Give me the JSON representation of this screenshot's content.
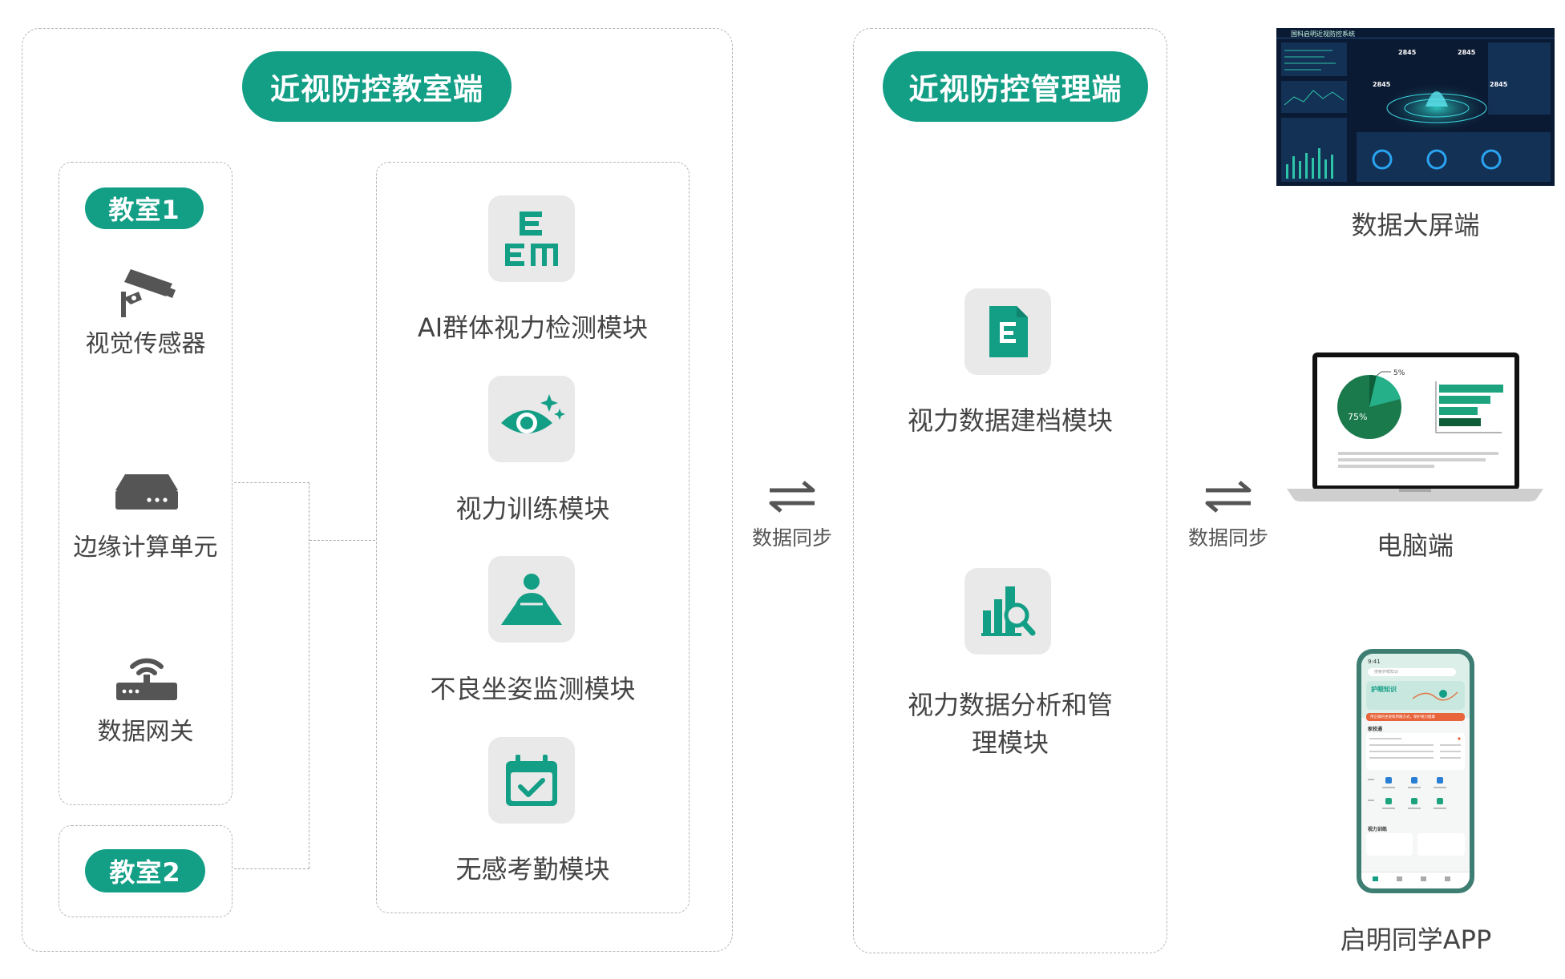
{
  "classroom": {
    "title": "近视防控教室端",
    "room1_label": "教室1",
    "room2_label": "教室2",
    "devices": [
      {
        "label": "视觉传感器",
        "icon": "camera-icon"
      },
      {
        "label": "边缘计算单元",
        "icon": "edge-computing-icon"
      },
      {
        "label": "数据网关",
        "icon": "router-icon"
      }
    ],
    "modules": [
      {
        "label": "AI群体视力检测模块",
        "icon": "eye-chart-icon"
      },
      {
        "label": "视力训练模块",
        "icon": "eye-sparkle-icon"
      },
      {
        "label": "不良坐姿监测模块",
        "icon": "posture-icon"
      },
      {
        "label": "无感考勤模块",
        "icon": "calendar-check-icon"
      }
    ]
  },
  "sync_label_1": "数据同步",
  "management": {
    "title": "近视防控管理端",
    "modules": [
      {
        "label": "视力数据建档模块",
        "icon": "document-e-icon"
      },
      {
        "label_line1": "视力数据分析和管",
        "label_line2": "理模块",
        "icon": "chart-search-icon"
      }
    ]
  },
  "sync_label_2": "数据同步",
  "terminals": {
    "big_screen": {
      "label": "数据大屏端",
      "screen_title": "国科启明近视防控系统",
      "stat_value": "2845"
    },
    "pc": {
      "label": "电脑端",
      "pie_main": "75%",
      "pie_small": "5%"
    },
    "app": {
      "label": "启明同学APP",
      "time": "9:41",
      "search": "搜索护眼知识",
      "banner": "护眼知识",
      "alert": "用正确的坐姿和用眼方式，保护视力健康",
      "section1": "家校通",
      "section2": "视力训练"
    }
  },
  "colors": {
    "accent": "#139e86",
    "tile_bg": "#e9e9e9",
    "dark_screen": "#0b1a33"
  }
}
